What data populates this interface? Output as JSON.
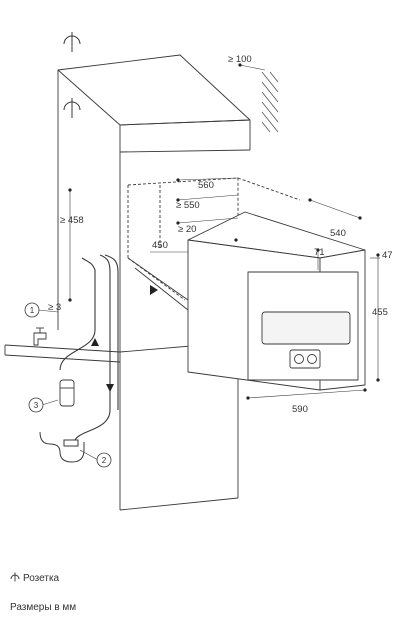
{
  "dimensions": {
    "top_clearance": "≥ 100",
    "niche_depth": "560",
    "niche_depth_min": "≥ 550",
    "gap": "≥ 20",
    "niche_height": "450",
    "side_height": "≥ 458",
    "pipe_offset": "≥ 3",
    "appliance_depth": "540",
    "front_depth": "47",
    "handle_offset": "71",
    "appliance_height": "455",
    "appliance_width": "590"
  },
  "callouts": [
    "1",
    "2",
    "3"
  ],
  "legend": {
    "socket_label": "Розетка",
    "units_label": "Размеры в мм"
  },
  "colors": {
    "line": "#3a3a3a",
    "hatch": "#555555",
    "dot": "#222222"
  },
  "icons": [
    "socket-icon",
    "water-tap-icon",
    "filter-icon",
    "siphon-icon"
  ]
}
